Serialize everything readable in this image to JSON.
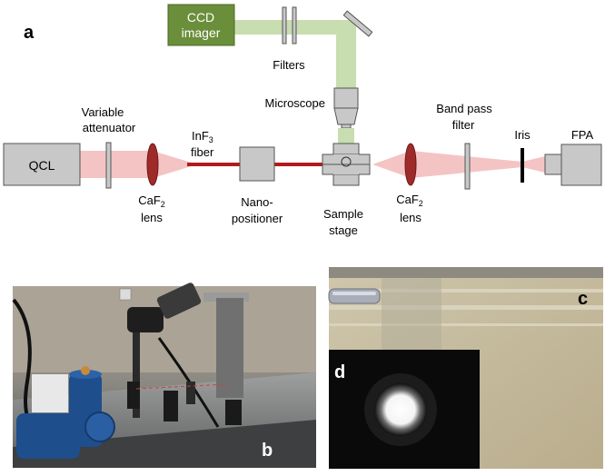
{
  "panel_labels": {
    "a": "a",
    "b": "b",
    "c": "c",
    "d": "d"
  },
  "components": {
    "ccd_line1": "CCD",
    "ccd_line2": "imager",
    "filters": "Filters",
    "microscope": "Microscope",
    "variable_line1": "Variable",
    "variable_line2": "attenuator",
    "qcl": "QCL",
    "inf_line1": "InF",
    "inf_sub": "3",
    "inf_line2": "fiber",
    "caf_left_line1": "CaF",
    "caf_left_sub": "2",
    "caf_left_line2": "lens",
    "nano_line1": "Nano-",
    "nano_line2": "positioner",
    "sample_line1": "Sample",
    "sample_line2": "stage",
    "caf_right_line1": "CaF",
    "caf_right_sub": "2",
    "caf_right_line2": "lens",
    "bandpass_line1": "Band pass",
    "bandpass_line2": "filter",
    "iris": "Iris",
    "fpa": "FPA"
  },
  "colors": {
    "ccd_box": "#6b8e3a",
    "green_beam": "#c8ddb0",
    "pink_beam": "#f4c4c4",
    "fiber": "#b01c1c",
    "lens": "#9e2a2a",
    "component_gray": "#c8c8c8"
  }
}
